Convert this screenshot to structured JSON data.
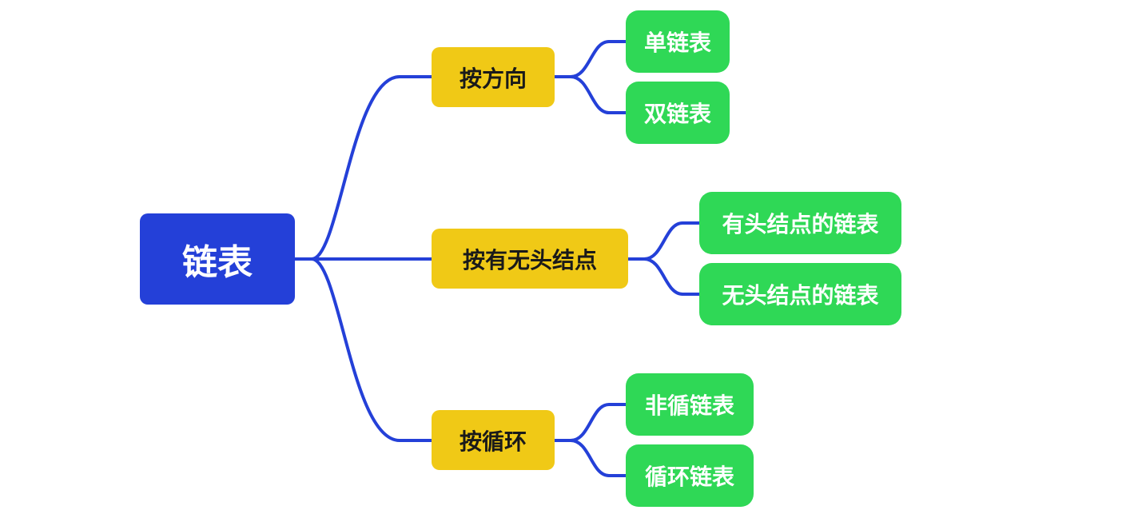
{
  "colors": {
    "root_bg": "#2440d8",
    "root_text": "#ffffff",
    "branch_bg": "#f0c916",
    "branch_text": "#1a1a1a",
    "leaf_bg": "#2fd856",
    "leaf_text": "#ffffff",
    "connector": "#2440d8"
  },
  "root": {
    "label": "链表"
  },
  "branches": [
    {
      "label": "按方向",
      "children": [
        {
          "label": "单链表"
        },
        {
          "label": "双链表"
        }
      ]
    },
    {
      "label": "按有无头结点",
      "children": [
        {
          "label": "有头结点的链表"
        },
        {
          "label": "无头结点的链表"
        }
      ]
    },
    {
      "label": "按循环",
      "children": [
        {
          "label": "非循链表"
        },
        {
          "label": "循环链表"
        }
      ]
    }
  ]
}
